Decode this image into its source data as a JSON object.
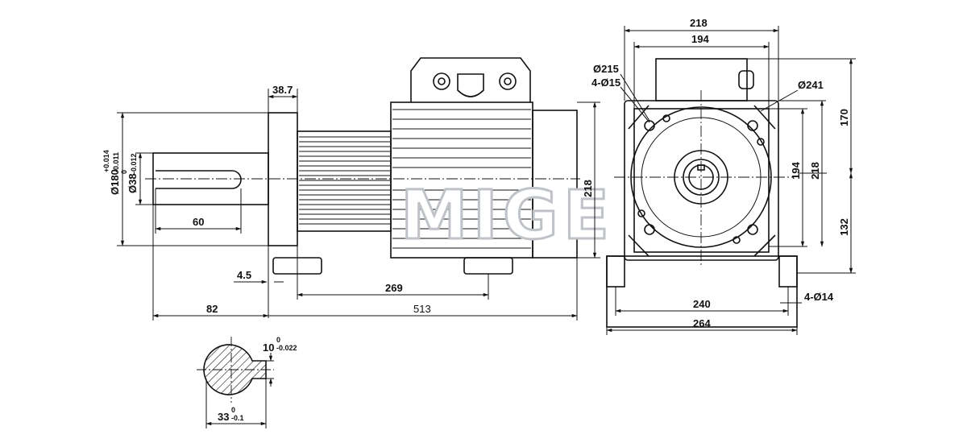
{
  "watermark": "MIGE",
  "side_view": {
    "flange_thickness": "38.7",
    "height": "218",
    "keyway_length": "60",
    "spigot_depth": "4.5",
    "foot_spacing": "269",
    "shaft_length": "82",
    "overall_length": "513",
    "spigot_dia": "Ø180",
    "spigot_tol_upper": "+0.014",
    "spigot_tol_lower": "-0.011",
    "shaft_dia": "Ø38",
    "shaft_tol_upper": "0",
    "shaft_tol_lower": "-0.012"
  },
  "end_view": {
    "width_top": "218",
    "width_inner": "194",
    "pcd": "Ø215",
    "flange_holes": "4-Ø15",
    "outer_dia": "Ø241",
    "height_170": "170",
    "height_194": "194",
    "height_218": "218",
    "center_height": "132",
    "foot_hole_spacing": "240",
    "base_width": "264",
    "foot_holes": "4-Ø14"
  },
  "shaft_section": {
    "key_width": "10",
    "key_tol_upper": "0",
    "key_tol_lower": "-0.022",
    "key_depth": "33",
    "depth_tol_upper": "0",
    "depth_tol_lower": "-0.1"
  }
}
